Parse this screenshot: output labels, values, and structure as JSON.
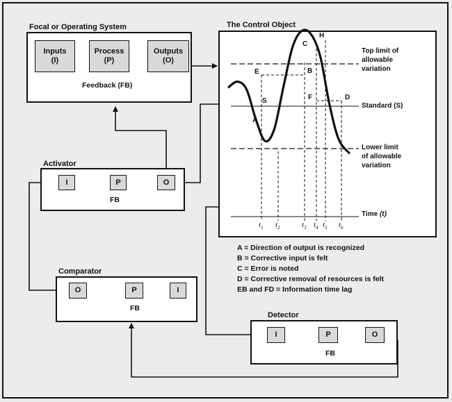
{
  "focal": {
    "title": "Focal or Operating System",
    "inputs_label": "Inputs",
    "inputs_sub": "(I)",
    "process_label": "Process",
    "process_sub": "(P)",
    "outputs_label": "Outputs",
    "outputs_sub": "(O)",
    "feedback_label": "Feedback (FB)"
  },
  "activator": {
    "title": "Activator",
    "i": "I",
    "p": "P",
    "o": "O",
    "fb": "FB"
  },
  "comparator": {
    "title": "Comparator",
    "o": "O",
    "p": "P",
    "i": "I",
    "fb": "FB"
  },
  "detector": {
    "title": "Detector",
    "i": "I",
    "p": "P",
    "o": "O",
    "fb": "FB"
  },
  "control_object": {
    "title": "The Control Object",
    "top_limit": [
      "Top limit of",
      "allowable",
      "variation"
    ],
    "standard": "Standard (S)",
    "lower_limit": [
      "Lower limit",
      "of allowable",
      "variation"
    ],
    "time_label": "Time",
    "time_symbol": "(t)",
    "points": {
      "A": "A",
      "B": "B",
      "C": "C",
      "D": "D",
      "E": "E",
      "F": "F",
      "H": "H",
      "S": "S"
    },
    "ticks": [
      "1",
      "2",
      "3",
      "4",
      "5",
      "6"
    ],
    "tick_prefix": "t"
  },
  "legend": [
    "A = Direction of output is recognized",
    "B = Corrective input is felt",
    "C = Error is noted",
    "D = Corrective removal of resources is felt",
    "EB and FD = Information time lag"
  ],
  "colors": {
    "background": "#ececea",
    "box": "#ffffff",
    "cell": "#d9d9d9",
    "ink": "#111111"
  },
  "chart_data": {
    "type": "line",
    "title": "The Control Object",
    "xlabel": "Time (t)",
    "ylabel": "",
    "x_ticks": [
      "t1",
      "t2",
      "t3",
      "t4",
      "t5",
      "t6"
    ],
    "reference_lines": [
      "Top limit of allowable variation",
      "Standard (S)",
      "Lower limit of allowable variation"
    ],
    "series": [
      {
        "values": [
          {
            "x": 0.0,
            "y": 0.44
          },
          {
            "x": 0.5,
            "y": 0.58
          },
          {
            "x": 1.0,
            "y": 0.4
          },
          {
            "x": 1.5,
            "y": -0.3
          },
          {
            "x": 2.0,
            "y": -0.82
          },
          {
            "x": 2.5,
            "y": -0.55
          },
          {
            "x": 3.0,
            "y": 0.45
          },
          {
            "x": 3.5,
            "y": 1.4
          },
          {
            "x": 4.0,
            "y": 1.78
          },
          {
            "x": 4.5,
            "y": 1.7
          },
          {
            "x": 5.0,
            "y": 1.18
          },
          {
            "x": 5.5,
            "y": 0.05
          },
          {
            "x": 6.0,
            "y": -0.78
          },
          {
            "x": 6.6,
            "y": -1.12
          }
        ]
      }
    ],
    "limits": {
      "top": 1.0,
      "standard": 0.0,
      "lower": -1.0
    }
  }
}
